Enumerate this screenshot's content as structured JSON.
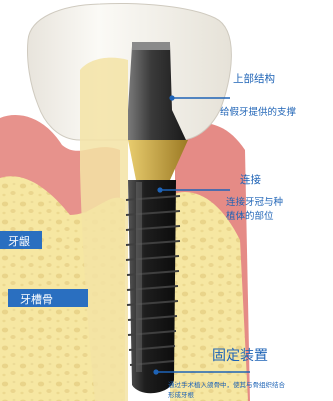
{
  "labels": {
    "abutment": {
      "title": "上部结构",
      "desc": "给假牙提供的支撑"
    },
    "connector": {
      "title": "连接",
      "desc_line1": "连接牙冠与种",
      "desc_line2": "植体的部位"
    },
    "gum": {
      "title": "牙龈"
    },
    "bone": {
      "title": "牙槽骨"
    },
    "fixture": {
      "title": "固定装置",
      "desc_line1": "通过手术植入颌骨中，使其与骨组织结合",
      "desc_line2": "形成牙根"
    }
  },
  "colors": {
    "crown": "#f4f1ea",
    "gum": "#e58b86",
    "bone": "#f7eaa9",
    "implant": "#1c1c1c",
    "accent_blue": "#2a6fc0",
    "gold": "#c9a23a"
  }
}
